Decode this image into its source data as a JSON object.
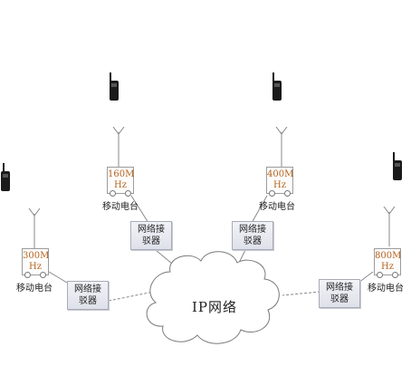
{
  "network": {
    "cloud_label": "IP网络",
    "gateway_label": [
      "网络接",
      "驳器"
    ]
  },
  "stations": [
    {
      "id": "s160",
      "freq": "160M",
      "unit": "Hz",
      "label": "移动电台"
    },
    {
      "id": "s400",
      "freq": "400M",
      "unit": "Hz",
      "label": "移动电台"
    },
    {
      "id": "s300",
      "freq": "300M",
      "unit": "Hz",
      "label": "移动电台"
    },
    {
      "id": "s800",
      "freq": "800M",
      "unit": "Hz",
      "label": "移动电台"
    }
  ],
  "colors": {
    "frequency_text": "#b5621c",
    "line": "#888888",
    "radio": "#1a1a1a"
  }
}
